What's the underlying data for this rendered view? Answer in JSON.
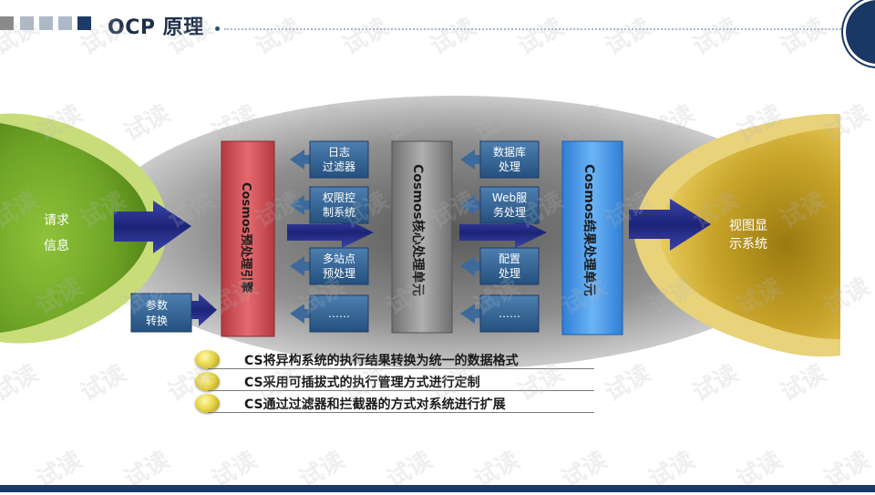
{
  "header": {
    "title": "OCP 原理",
    "square_colors": [
      "#8a8a8a",
      "#aeb9c8",
      "#aeb9c8",
      "#aeb9c8",
      "#1d3b68"
    ]
  },
  "diagram": {
    "request": "请求\n信息",
    "params": "参数\n转换",
    "pre_engine": "Cosmos预处理引擎",
    "core_unit": "Cosmos核心处理单元",
    "result_unit": "Cosmos结果处理单元",
    "view": "视图显\n示系统",
    "left_modules": [
      "日志\n过滤器",
      "权限控\n制系统",
      "多站点\n预处理",
      "……"
    ],
    "right_modules": [
      "数据库\n处理",
      "Web服\n务处理",
      "配置\n处理",
      "……"
    ]
  },
  "bullets": [
    "CS将异构系统的执行结果转换为统一的数据格式",
    "CS采用可插拔式的执行管理方式进行定制",
    "CS通过过滤器和拦截器的方式对系统进行扩展"
  ],
  "watermark": "试读",
  "colors": {
    "pre_engine": "#c9484e",
    "core_unit": "#8c8c8c",
    "result_unit": "#3d8fe0",
    "module": "#2f5d8a",
    "navy": "#1d3b68"
  }
}
